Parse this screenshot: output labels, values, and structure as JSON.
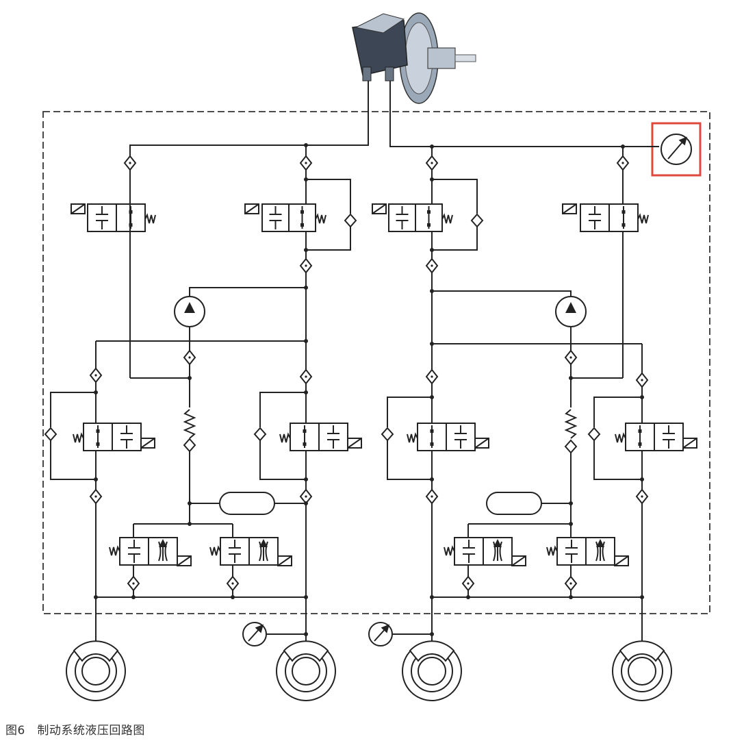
{
  "caption": "图6　制动系统液压回路图",
  "colors": {
    "line": "#222222",
    "boundary": "#333333",
    "highlight": "#e0483c",
    "booster_dark": "#3c4654",
    "booster_light": "#c9d2dc"
  },
  "components": {
    "booster": "brake-booster-master-cylinder",
    "pressure_sensor_highlighted": "pressure-sensor-icon",
    "pressure_sensors_wheel": 2,
    "inlet_valves": 4,
    "outlet_valves": 4,
    "isolation_valves": 2,
    "switching_valves": 2,
    "pumps": 2,
    "accumulators": 2,
    "wheel_brakes": 4
  }
}
